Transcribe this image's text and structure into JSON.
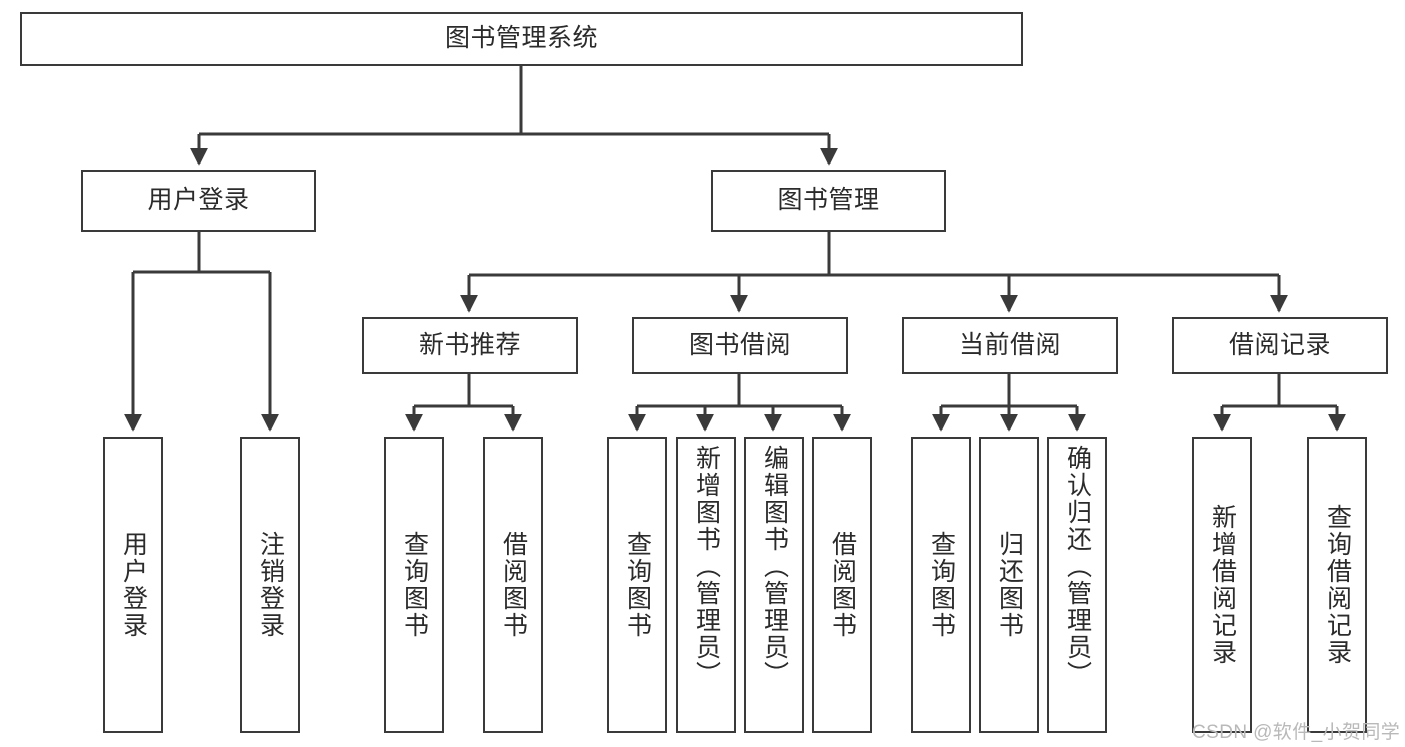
{
  "diagram": {
    "title": "图书管理系统",
    "type": "tree-hierarchy-chart",
    "watermark": "CSDN @软件_小贺同学",
    "colors": {
      "stroke": "#3a3a3a",
      "fill": "#ffffff",
      "text": "#2b2b2b",
      "watermark": "#b9b9b9"
    },
    "nodes": {
      "root": {
        "label": "图书管理系统"
      },
      "level2": [
        {
          "id": "user-login",
          "label": "用户登录"
        },
        {
          "id": "book-manage",
          "label": "图书管理"
        }
      ],
      "level3": [
        {
          "id": "new-book-recommend",
          "label": "新书推荐"
        },
        {
          "id": "book-borrow",
          "label": "图书借阅"
        },
        {
          "id": "current-borrow",
          "label": "当前借阅"
        },
        {
          "id": "borrow-record",
          "label": "借阅记录"
        }
      ],
      "leaves": {
        "user_login": [
          {
            "id": "leaf-user-login",
            "label": "用户登录"
          },
          {
            "id": "leaf-logout-login",
            "label": "注销登录"
          }
        ],
        "new_book_recommend": [
          {
            "id": "leaf-query-book-1",
            "label": "查询图书"
          },
          {
            "id": "leaf-borrow-book-1",
            "label": "借阅图书"
          }
        ],
        "book_borrow": [
          {
            "id": "leaf-query-book-2",
            "label": "查询图书"
          },
          {
            "id": "leaf-add-book",
            "label": "新增图书（管理员）"
          },
          {
            "id": "leaf-edit-book",
            "label": "编辑图书（管理员）"
          },
          {
            "id": "leaf-borrow-book-2",
            "label": "借阅图书"
          }
        ],
        "current_borrow": [
          {
            "id": "leaf-query-book-3",
            "label": "查询图书"
          },
          {
            "id": "leaf-return-book",
            "label": "归还图书"
          },
          {
            "id": "leaf-confirm-return",
            "label": "确认归还（管理员）"
          }
        ],
        "borrow_record": [
          {
            "id": "leaf-add-record",
            "label": "新增借阅记录"
          },
          {
            "id": "leaf-query-record",
            "label": "查询借阅记录"
          }
        ]
      }
    }
  }
}
